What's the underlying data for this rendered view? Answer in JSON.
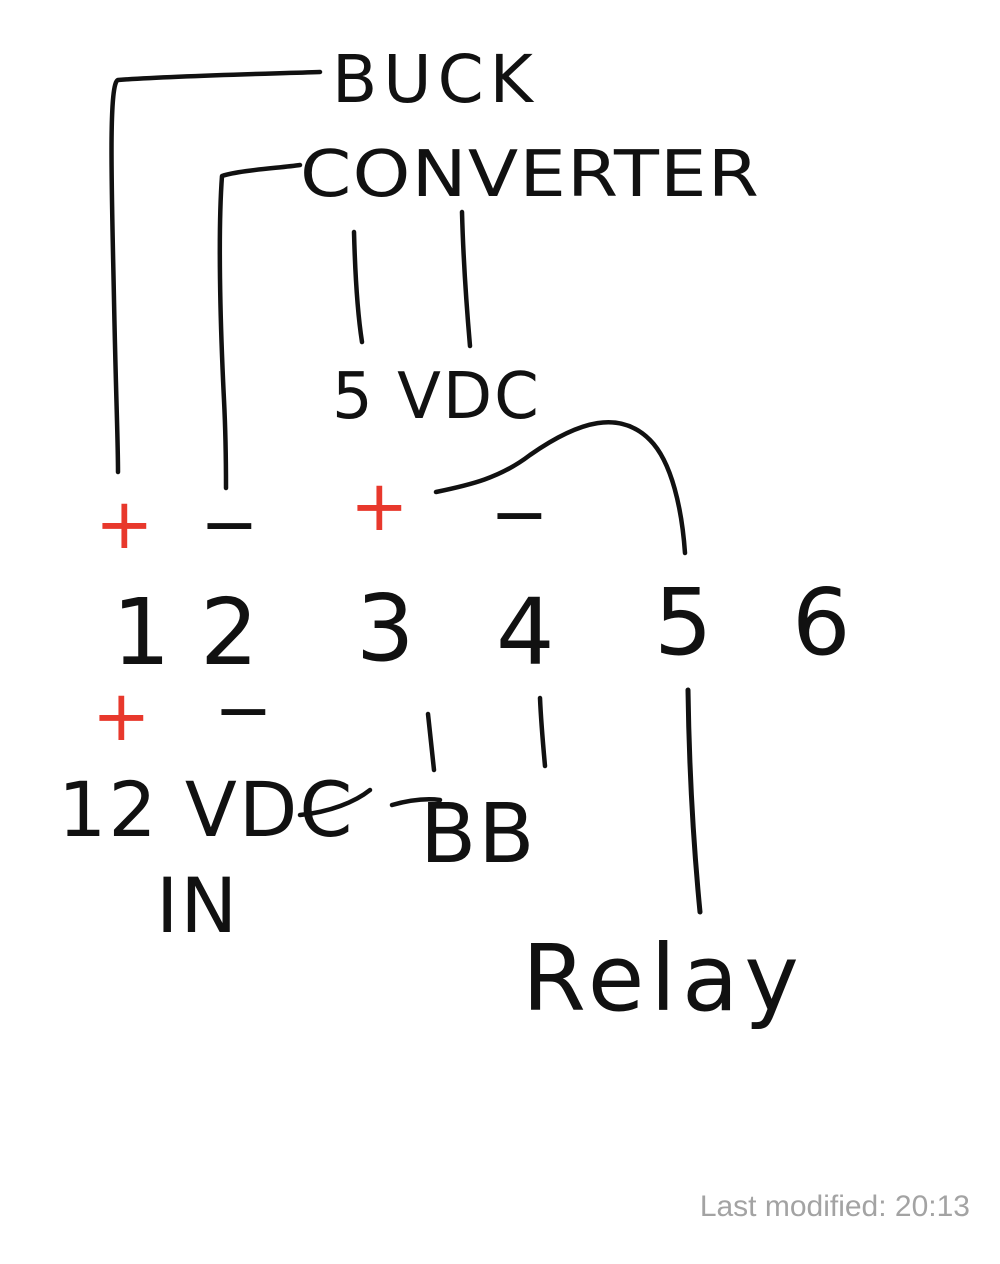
{
  "colors": {
    "ink": "#111111",
    "polarity": "#e8382c",
    "footer": "#a3a3a3",
    "background": "#ffffff"
  },
  "labels": {
    "buck": "BUCK",
    "converter": "CONVERTER",
    "five_vdc": "5 VDC",
    "twelve_vdc": "12 VDC",
    "in": "IN",
    "bb": "BB",
    "relay": "Relay"
  },
  "terminals": {
    "numbers": [
      "1",
      "2",
      "3",
      "4",
      "5",
      "6"
    ],
    "top_polarity": [
      "+",
      "−",
      "+",
      "−"
    ],
    "bottom_polarity": [
      "+",
      "−"
    ]
  },
  "footer": {
    "text": "Last modified: 20:13"
  }
}
